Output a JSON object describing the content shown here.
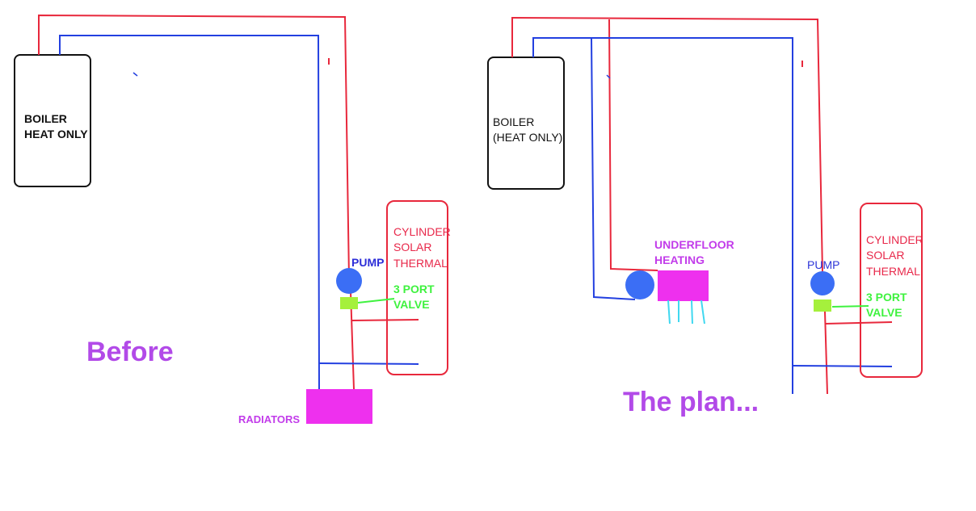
{
  "before": {
    "boiler_label": "BOILER\nHEAT ONLY",
    "cylinder_label": "CYLINDER\nSOLAR\nTHERMAL",
    "pump_label": "PUMP",
    "valve_label": "3 PORT\nVALVE",
    "radiators_label": "RADIATORS",
    "title": "Before"
  },
  "plan": {
    "boiler_label": "BOILER\n(HEAT ONLY)",
    "underfloor_label": "UNDERFLOOR\nHEATING",
    "cylinder_label": "CYLINDER\nSOLAR\nTHERMAL",
    "pump_label": "PUMP",
    "valve_label": "3 PORT\nVALVE",
    "title": "The plan..."
  },
  "colors": {
    "flow_pipe": "#e8283c",
    "return_pipe": "#2340e0",
    "pump": "#3b6ef5",
    "valve": "#a5f03c",
    "valve_link": "#3ff23f",
    "emitter": "#ee30ee",
    "underfloor_pipes": "#40d8f0",
    "title": "#b24ae8"
  }
}
